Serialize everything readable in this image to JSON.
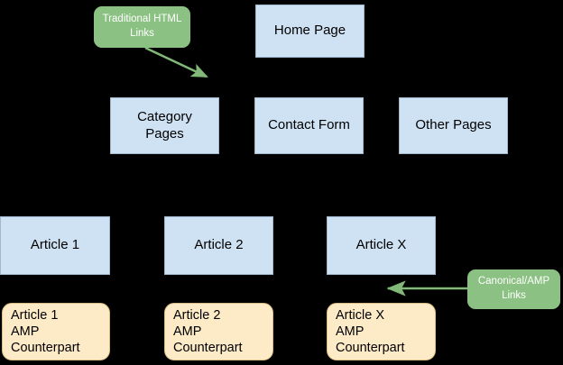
{
  "diagram": {
    "title": "AMP site structure diagram",
    "background_color": "#000000",
    "colors": {
      "page_fill": "#cfe2f3",
      "page_stroke": "#9fb8cf",
      "amp_fill": "#fdebc8",
      "amp_stroke": "#d9bc83",
      "callout_fill": "#8bc182",
      "callout_text": "#ffffff",
      "arrow": "#82b878"
    },
    "callouts": [
      {
        "id": "traditional-html-links",
        "label": "Traditional HTML\nLinks"
      },
      {
        "id": "canonical-amp-links",
        "label": "Canonical/AMP\nLinks"
      }
    ],
    "top_row": [
      {
        "id": "home-page",
        "label": "Home Page"
      }
    ],
    "second_row": [
      {
        "id": "category-pages",
        "label": "Category\nPages"
      },
      {
        "id": "contact-form",
        "label": "Contact Form"
      },
      {
        "id": "other-pages",
        "label": "Other Pages"
      }
    ],
    "article_row": [
      {
        "id": "article-1",
        "label": "Article 1"
      },
      {
        "id": "article-2",
        "label": "Article 2"
      },
      {
        "id": "article-x",
        "label": "Article X"
      }
    ],
    "amp_row": [
      {
        "id": "article-1-amp",
        "label": "Article 1\nAMP\nCounterpart"
      },
      {
        "id": "article-2-amp",
        "label": "Article 2\nAMP\nCounterpart"
      },
      {
        "id": "article-x-amp",
        "label": "Article X\nAMP\nCounterpart"
      }
    ]
  }
}
